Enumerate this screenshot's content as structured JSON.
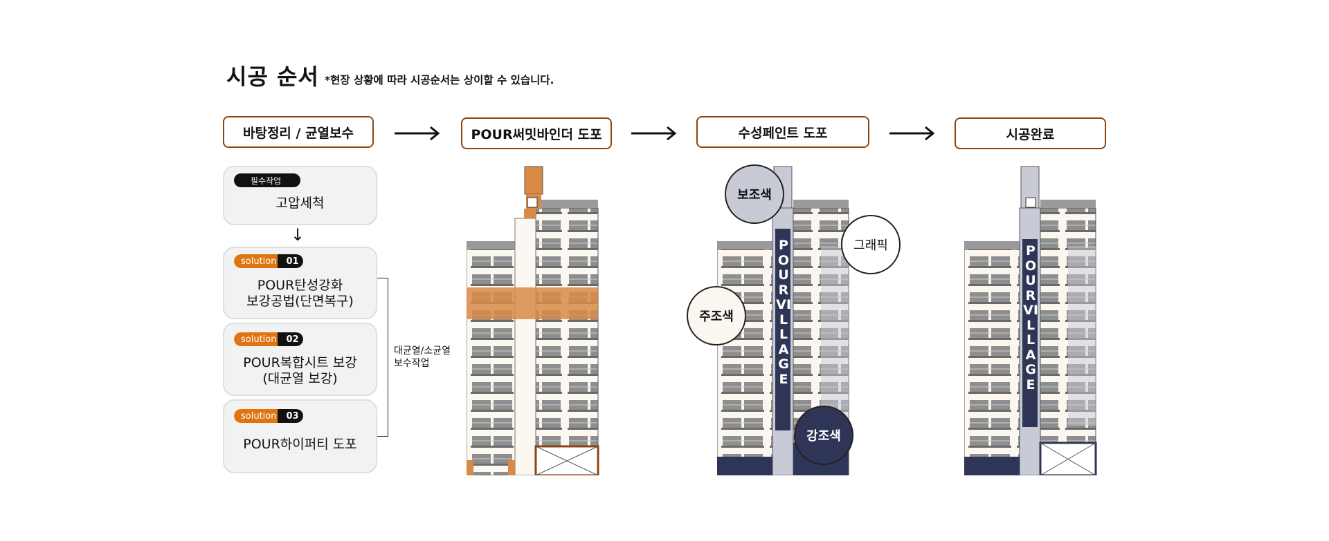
{
  "header": {
    "title": "시공 순서",
    "note": "*현장 상황에 따라 시공순서는 상이할 수 있습니다."
  },
  "steps": [
    {
      "label": "바탕정리 / 균열보수"
    },
    {
      "label": "POUR써밋바인더 도포"
    },
    {
      "label": "수성페인트 도포"
    },
    {
      "label": "시공완료"
    }
  ],
  "cards": {
    "required": {
      "badge": "필수작업",
      "text": "고압세척"
    },
    "solutions": [
      {
        "badge": "solution",
        "num": "01",
        "line1": "POUR탄성강화",
        "line2": "보강공법(단면복구)"
      },
      {
        "badge": "solution",
        "num": "02",
        "line1": "POUR복합시트 보강",
        "line2": "(대균열 보강)"
      },
      {
        "badge": "solution",
        "num": "03",
        "line1": "POUR하이퍼티 도포",
        "line2": ""
      }
    ],
    "down_arrow": "↓"
  },
  "bracket_label": {
    "line1": "대균열/소균열",
    "line2": "보수작업"
  },
  "colors_legend": [
    {
      "label": "보조색",
      "fill": "#c8cad6"
    },
    {
      "label": "그래픽",
      "fill": "#ffffff"
    },
    {
      "label": "주조색",
      "fill": "#fbf6ef"
    },
    {
      "label": "강조색",
      "fill": "#2f3556"
    }
  ],
  "building_sign": "POUR VILLAGE",
  "colors": {
    "step_border": "#8a4513",
    "primer_orange": "#d98a46",
    "navy": "#2f3556",
    "solution_orange": "#e07410"
  }
}
